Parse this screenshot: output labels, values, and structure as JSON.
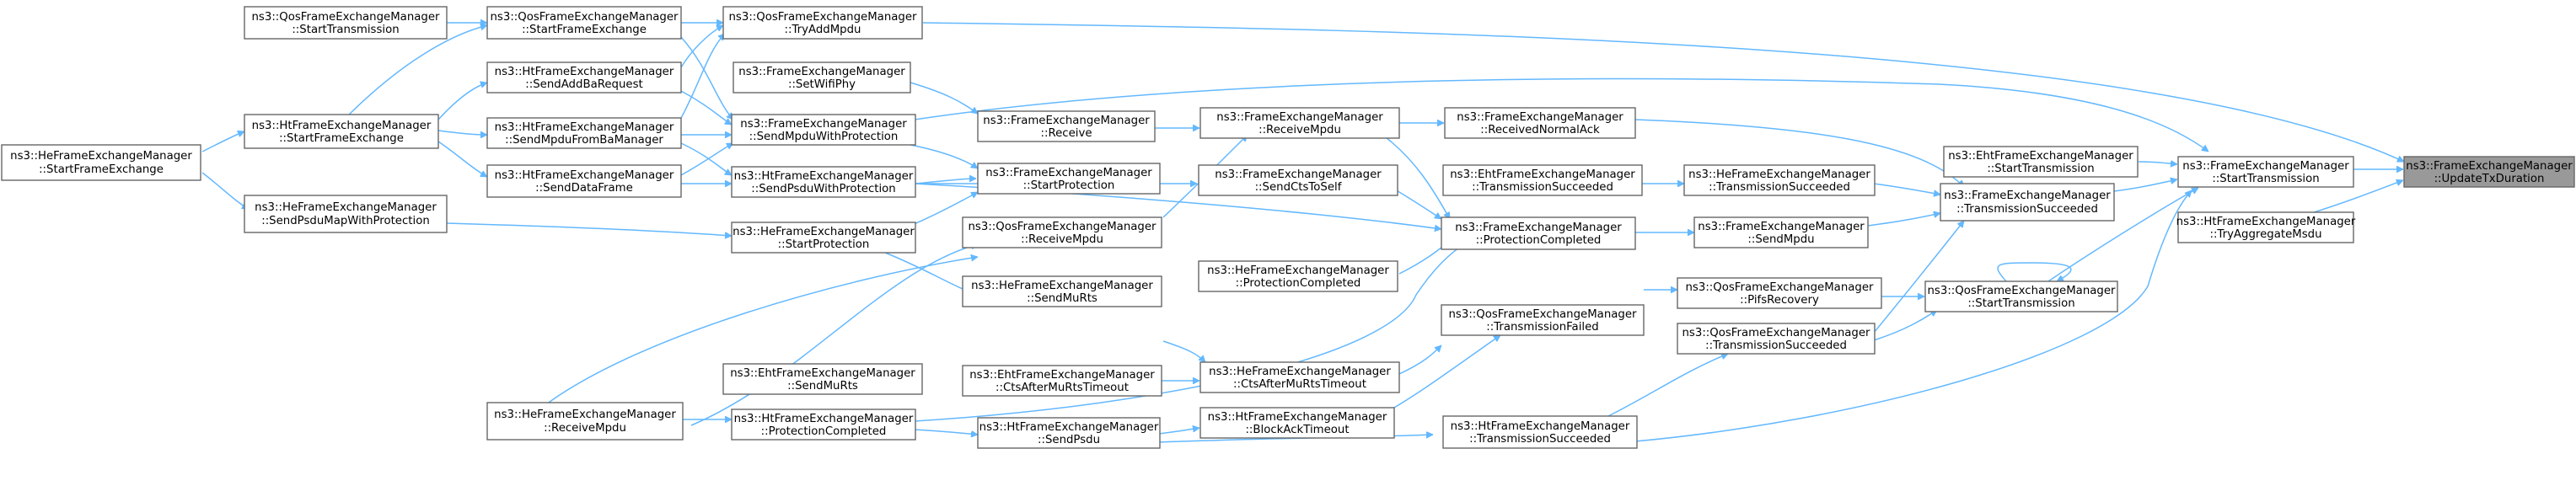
{
  "nodes": [
    {
      "id": "root",
      "line1": "ns3::FrameExchangeManager",
      "line2": "::UpdateTxDuration",
      "root": true
    },
    {
      "id": "fem_start",
      "line1": "ns3::FrameExchangeManager",
      "line2": "::StartTransmission"
    },
    {
      "id": "fem_txsucc",
      "line1": "ns3::FrameExchangeManager",
      "line2": "::TransmissionSucceeded"
    },
    {
      "id": "qos_start",
      "line1": "ns3::QosFrameExchangeManager",
      "line2": "::StartTransmission"
    },
    {
      "id": "eht_start",
      "line1": "ns3::EhtFrameExchangeManager",
      "line2": "::StartTransmission"
    },
    {
      "id": "ht_tryagg",
      "line1": "ns3::HtFrameExchangeManager",
      "line2": "::TryAggregateMsdu"
    },
    {
      "id": "qos_pifs",
      "line1": "ns3::QosFrameExchangeManager",
      "line2": "::PifsRecovery"
    },
    {
      "id": "qos_txsucc",
      "line1": "ns3::QosFrameExchangeManager",
      "line2": "::TransmissionSucceeded"
    },
    {
      "id": "fem_sendmpdu",
      "line1": "ns3::FrameExchangeManager",
      "line2": "::SendMpdu"
    },
    {
      "id": "he_txsucc",
      "line1": "ns3::HeFrameExchangeManager",
      "line2": "::TransmissionSucceeded"
    },
    {
      "id": "fem_recvack",
      "line1": "ns3::FrameExchangeManager",
      "line2": "::ReceivedNormalAck"
    },
    {
      "id": "eht_txsucc",
      "line1": "ns3::EhtFrameExchangeManager",
      "line2": "::TransmissionSucceeded"
    },
    {
      "id": "fem_protcomp",
      "line1": "ns3::FrameExchangeManager",
      "line2": "::ProtectionCompleted"
    },
    {
      "id": "fem_sendcts",
      "line1": "ns3::FrameExchangeManager",
      "line2": "::SendCtsToSelf"
    },
    {
      "id": "fem_recvmpdu",
      "line1": "ns3::FrameExchangeManager",
      "line2": "::ReceiveMpdu"
    },
    {
      "id": "he_protcomp",
      "line1": "ns3::HeFrameExchangeManager",
      "line2": "::ProtectionCompleted"
    },
    {
      "id": "qos_txfail",
      "line1": "ns3::QosFrameExchangeManager",
      "line2": "::TransmissionFailed"
    },
    {
      "id": "he_ctsmurts",
      "line1": "ns3::HeFrameExchangeManager",
      "line2": "::CtsAfterMuRtsTimeout"
    },
    {
      "id": "ht_txsucc",
      "line1": "ns3::HtFrameExchangeManager",
      "line2": "::TransmissionSucceeded"
    },
    {
      "id": "ht_blockack",
      "line1": "ns3::HtFrameExchangeManager",
      "line2": "::BlockAckTimeout"
    },
    {
      "id": "eht_ctsmurts",
      "line1": "ns3::EhtFrameExchangeManager",
      "line2": "::CtsAfterMuRtsTimeout"
    },
    {
      "id": "qos_tryadd",
      "line1": "ns3::QosFrameExchangeManager",
      "line2": "::TryAddMpdu"
    },
    {
      "id": "fem_receive",
      "line1": "ns3::FrameExchangeManager",
      "line2": "::Receive"
    },
    {
      "id": "fem_startprot",
      "line1": "ns3::FrameExchangeManager",
      "line2": "::StartProtection"
    },
    {
      "id": "qos_recvmpdu",
      "line1": "ns3::QosFrameExchangeManager",
      "line2": "::ReceiveMpdu"
    },
    {
      "id": "he_sendmurts",
      "line1": "ns3::HeFrameExchangeManager",
      "line2": "::SendMuRts"
    },
    {
      "id": "ht_sendpsdu",
      "line1": "ns3::HtFrameExchangeManager",
      "line2": "::SendPsdu"
    },
    {
      "id": "fem_setphy",
      "line1": "ns3::FrameExchangeManager",
      "line2": "::SetWifiPhy"
    },
    {
      "id": "fem_sendmpduprot",
      "line1": "ns3::FrameExchangeManager",
      "line2": "::SendMpduWithProtection"
    },
    {
      "id": "ht_sendpsduprot",
      "line1": "ns3::HtFrameExchangeManager",
      "line2": "::SendPsduWithProtection"
    },
    {
      "id": "he_startprot",
      "line1": "ns3::HeFrameExchangeManager",
      "line2": "::StartProtection"
    },
    {
      "id": "eht_sendmurts",
      "line1": "ns3::EhtFrameExchangeManager",
      "line2": "::SendMuRts"
    },
    {
      "id": "ht_protcomp",
      "line1": "ns3::HtFrameExchangeManager",
      "line2": "::ProtectionCompleted"
    },
    {
      "id": "qos_startfe",
      "line1": "ns3::QosFrameExchangeManager",
      "line2": "::StartFrameExchange"
    },
    {
      "id": "ht_sendaddba",
      "line1": "ns3::HtFrameExchangeManager",
      "line2": "::SendAddBaRequest"
    },
    {
      "id": "ht_sendmpdufromba",
      "line1": "ns3::HtFrameExchangeManager",
      "line2": "::SendMpduFromBaManager"
    },
    {
      "id": "ht_senddata",
      "line1": "ns3::HtFrameExchangeManager",
      "line2": "::SendDataFrame"
    },
    {
      "id": "he_recvmpdu",
      "line1": "ns3::HeFrameExchangeManager",
      "line2": "::ReceiveMpdu"
    },
    {
      "id": "qos_start_left",
      "line1": "ns3::QosFrameExchangeManager",
      "line2": "::StartTransmission"
    },
    {
      "id": "ht_startfe",
      "line1": "ns3::HtFrameExchangeManager",
      "line2": "::StartFrameExchange"
    },
    {
      "id": "he_sendpsdumap",
      "line1": "ns3::HeFrameExchangeManager",
      "line2": "::SendPsduMapWithProtection"
    },
    {
      "id": "he_startfe",
      "line1": "ns3::HeFrameExchangeManager",
      "line2": "::StartFrameExchange"
    }
  ]
}
